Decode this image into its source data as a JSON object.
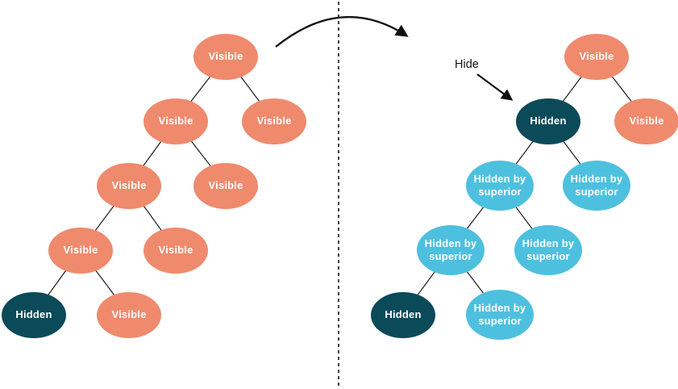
{
  "colors": {
    "visible_node": "#EF8A6D",
    "hidden_node": "#0B4A58",
    "hidden_by_superior_node": "#4EC0DF",
    "node_text": "#FFFFFF",
    "line": "#000000",
    "background": "#FFFFFF"
  },
  "annotations": {
    "hide_label": "Hide"
  },
  "trees": {
    "left": {
      "nodes": [
        {
          "label": "Visible",
          "state": "visible"
        },
        {
          "label": "Visible",
          "state": "visible"
        },
        {
          "label": "Visible",
          "state": "visible"
        },
        {
          "label": "Visible",
          "state": "visible"
        },
        {
          "label": "Visible",
          "state": "visible"
        },
        {
          "label": "Visible",
          "state": "visible"
        },
        {
          "label": "Visible",
          "state": "visible"
        },
        {
          "label": "Hidden",
          "state": "hidden"
        },
        {
          "label": "Visible",
          "state": "visible"
        }
      ],
      "edges": [
        [
          0,
          1
        ],
        [
          0,
          2
        ],
        [
          1,
          3
        ],
        [
          1,
          4
        ],
        [
          3,
          5
        ],
        [
          3,
          6
        ],
        [
          5,
          7
        ],
        [
          5,
          8
        ]
      ]
    },
    "right": {
      "nodes": [
        {
          "label": "Visible",
          "state": "visible"
        },
        {
          "label": "Hidden",
          "state": "hidden"
        },
        {
          "label": "Visible",
          "state": "visible"
        },
        {
          "label": "Hidden by superior",
          "state": "hidden_by_superior"
        },
        {
          "label": "Hidden by superior",
          "state": "hidden_by_superior"
        },
        {
          "label": "Hidden by superior",
          "state": "hidden_by_superior"
        },
        {
          "label": "Hidden by superior",
          "state": "hidden_by_superior"
        },
        {
          "label": "Hidden",
          "state": "hidden"
        },
        {
          "label": "Hidden by superior",
          "state": "hidden_by_superior"
        }
      ],
      "edges": [
        [
          0,
          1
        ],
        [
          0,
          2
        ],
        [
          1,
          3
        ],
        [
          1,
          4
        ],
        [
          3,
          5
        ],
        [
          3,
          6
        ],
        [
          5,
          7
        ],
        [
          5,
          8
        ]
      ]
    }
  }
}
